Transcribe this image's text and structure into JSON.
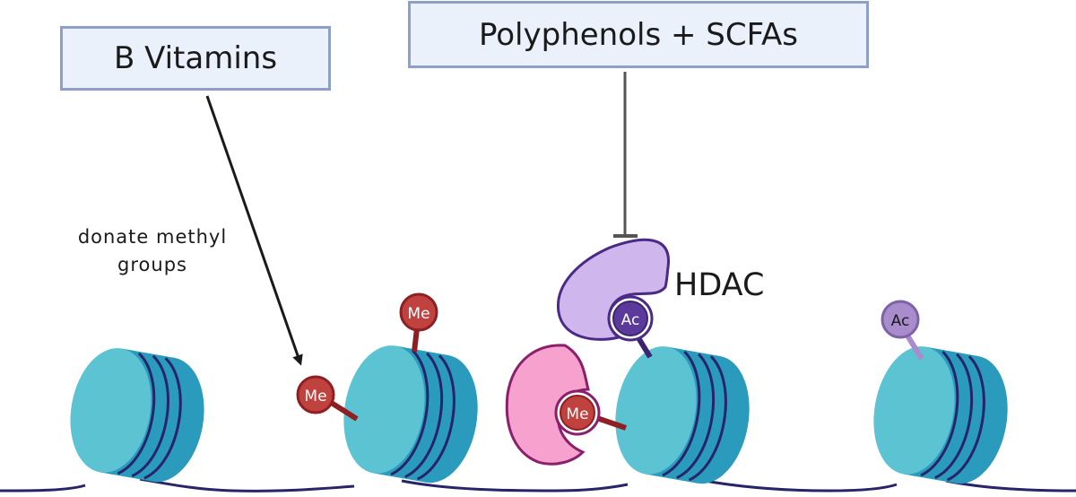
{
  "boxes": {
    "b_vitamins": "B Vitamins",
    "polyphenols": "Polyphenols +  SCFAs"
  },
  "labels": {
    "donate_line1": "donate methyl",
    "donate_line2": "groups",
    "hdac": "HDAC"
  },
  "marks": {
    "methyl": "Me",
    "acetyl": "Ac"
  },
  "colors": {
    "nucleosome_light": "#5cc3d3",
    "nucleosome_dark": "#2a9bbd",
    "dna_strand": "#27246a",
    "methyl_fill": "#c0423f",
    "methyl_stalk": "#8e1f22",
    "hdac_fill": "#cfb6ec",
    "hdac_stroke": "#4a2a86",
    "dnmt_fill": "#f7a1cf",
    "dnmt_stroke": "#8a1f6b",
    "acetyl_dark": "#5b3a9b",
    "acetyl_light": "#a98ccb"
  }
}
